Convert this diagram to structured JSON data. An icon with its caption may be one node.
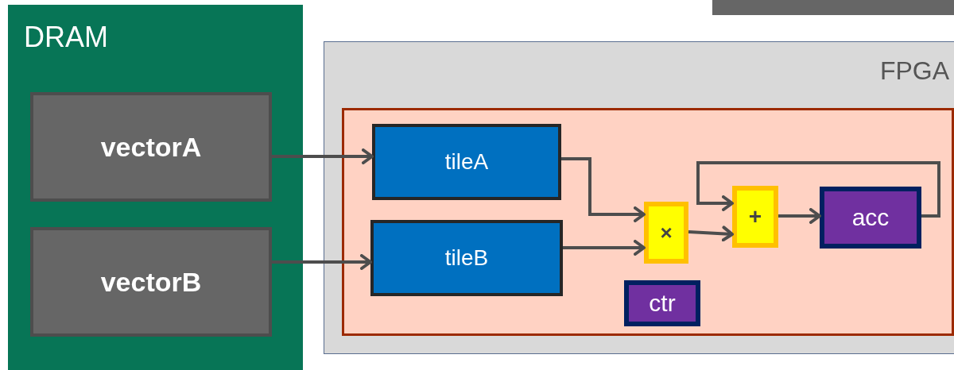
{
  "diagram": {
    "nodes": [
      {
        "text": [
          "DRAM"
        ]
      },
      {
        "text": [
          "vectorA"
        ],
        "in": 0
      },
      {
        "text": [
          "vectorB"
        ],
        "in": 0
      },
      {
        "text": [
          "FPGA"
        ]
      },
      {
        "text": [],
        "shape": "box",
        "in": 3
      },
      {
        "text": [
          "tileA"
        ],
        "in": 4
      },
      {
        "text": [
          "tileB"
        ],
        "in": 4
      },
      {
        "text": [
          "×"
        ],
        "in": 4
      },
      {
        "text": [
          "+"
        ],
        "in": 4
      },
      {
        "text": [
          "acc"
        ],
        "in": 4
      },
      {
        "text": [
          "ctr"
        ],
        "in": 4
      }
    ],
    "edges": [
      {
        "from": 1,
        "to": 5,
        "arrow": "to"
      },
      {
        "from": 2,
        "to": 6,
        "arrow": "to"
      },
      {
        "from": 5,
        "to": 7,
        "arrow": "to"
      },
      {
        "from": 6,
        "to": 7,
        "arrow": "to"
      },
      {
        "from": 7,
        "to": 8,
        "arrow": "to"
      },
      {
        "from": 8,
        "to": 9,
        "arrow": "to"
      },
      {
        "from": 9,
        "to": 8,
        "arrow": "to"
      }
    ]
  }
}
